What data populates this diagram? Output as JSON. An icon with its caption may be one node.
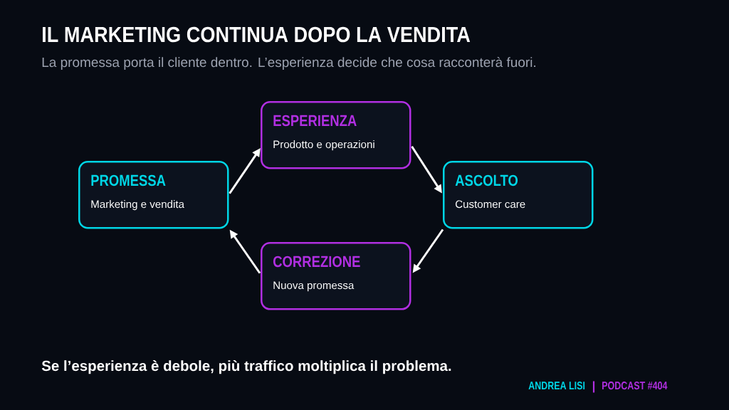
{
  "diagram": {
    "title": "IL MARKETING CONTINUA DOPO LA VENDITA",
    "nodes": [
      {
        "text": [
          "PROMESSA",
          "Marketing e vendita"
        ]
      },
      {
        "text": [
          "ESPERIENZA",
          "Prodotto e operazioni"
        ]
      },
      {
        "text": [
          "ASCOLTO",
          "Customer care"
        ]
      },
      {
        "text": [
          "CORREZIONE",
          "Nuova promessa"
        ]
      }
    ],
    "edges": [
      {
        "from": 0,
        "to": 1,
        "arrow": "to"
      },
      {
        "from": 1,
        "to": 2,
        "arrow": "to"
      },
      {
        "from": 2,
        "to": 3,
        "arrow": "to"
      },
      {
        "from": 3,
        "to": 0,
        "arrow": "to"
      }
    ],
    "labels": [
      "La promessa porta il cliente dentro. L’esperienza decide che cosa racconterà fuori.",
      "Se l’esperienza è debole, più traffico moltiplica il problema.",
      "ANDREA LISI",
      "PODCAST #404"
    ]
  }
}
